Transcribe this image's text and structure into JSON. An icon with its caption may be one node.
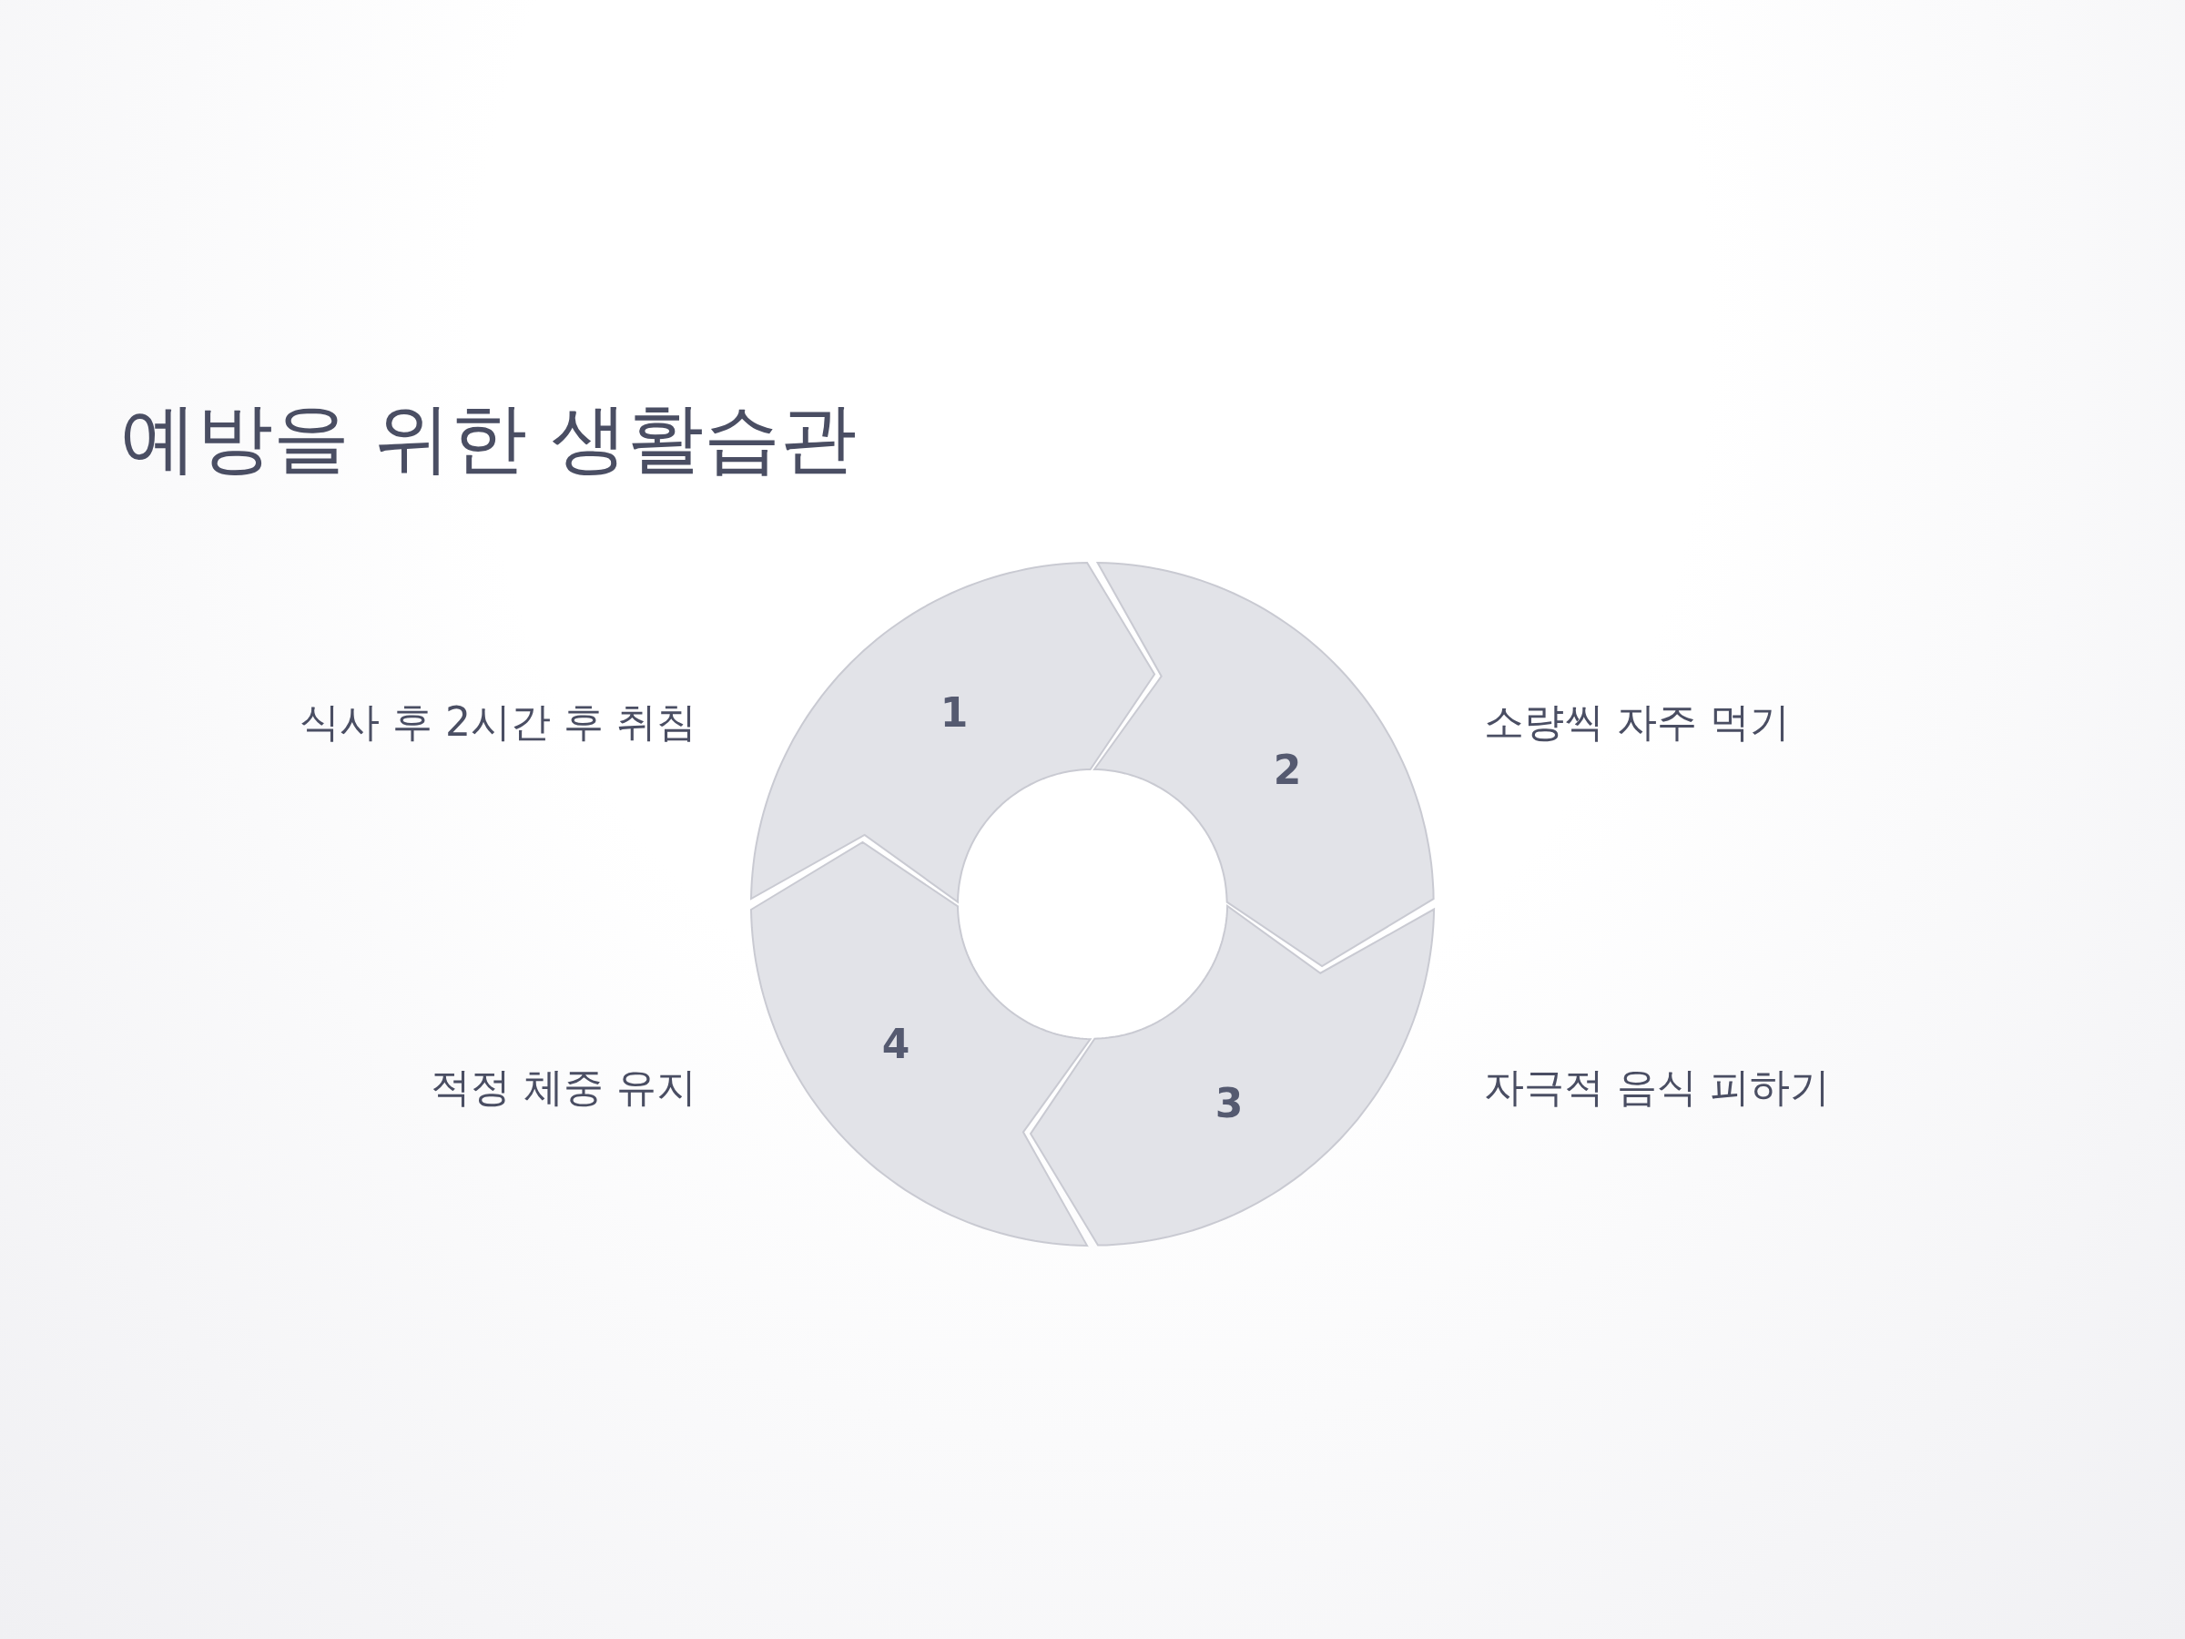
{
  "diagram": {
    "title": "예방을 위한 생활습관",
    "nodes": [
      {
        "text": [
          "1"
        ],
        "beside": [
          "식사 후 2시간 후 취침"
        ]
      },
      {
        "text": [
          "2"
        ],
        "beside": [
          "소량씩 자주 먹기"
        ]
      },
      {
        "text": [
          "3"
        ],
        "beside": [
          "자극적 음식 피하기"
        ]
      },
      {
        "text": [
          "4"
        ],
        "beside": [
          "적정 체중 유지"
        ]
      }
    ]
  }
}
